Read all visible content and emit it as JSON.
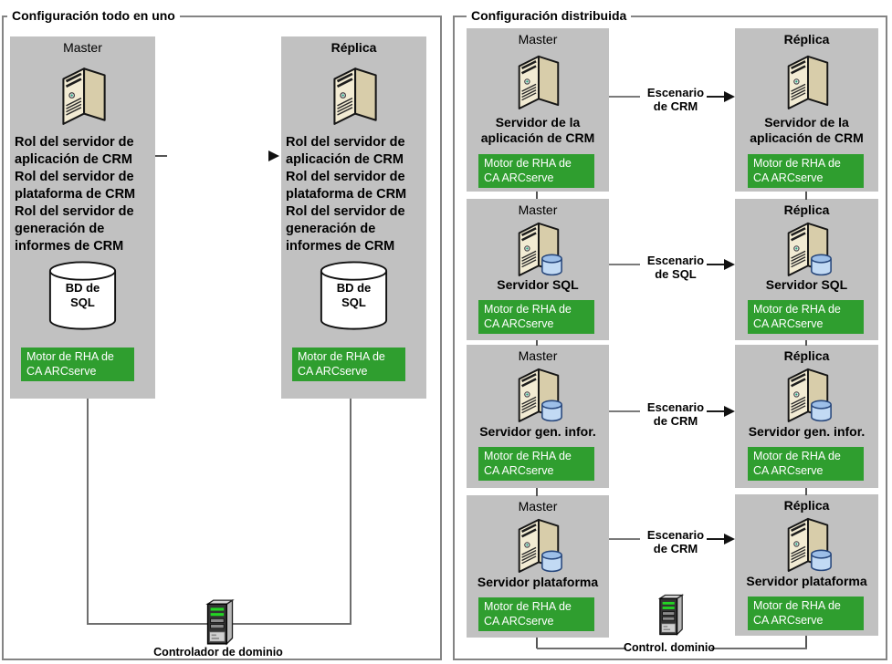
{
  "colors": {
    "panel_gray": "#c1c1c1",
    "engine_green": "#2f9e2f",
    "connector_gray": "#6e6e6e",
    "arrow_black": "#1a1a1a",
    "border_gray": "#848484",
    "server_beige": "#f2ebd3",
    "db_blue": "#c2daf4"
  },
  "engine": {
    "line1": "Motor de RHA de",
    "line2": "CA ARCserve"
  },
  "left_group": {
    "title": "Configuración todo en uno",
    "master_label": "Master",
    "replica_label": "Réplica",
    "role_lines": [
      "Rol del servidor de",
      "aplicación de CRM",
      "Rol del servidor de",
      "plataforma de CRM",
      "Rol del servidor de",
      "generación de",
      "informes de CRM"
    ],
    "db_line1": "BD de",
    "db_line2": "SQL",
    "dc_label": "Controlador de dominio"
  },
  "right_group": {
    "title": "Configuración distribuida",
    "master_label": "Master",
    "replica_label": "Réplica",
    "rows": [
      {
        "name_line1": "Servidor de la",
        "name_line2": "aplicación de CRM",
        "scenario_line1": "Escenario",
        "scenario_line2": "de CRM"
      },
      {
        "name_line1": "Servidor SQL",
        "scenario_line1": "Escenario",
        "scenario_line2": "de SQL"
      },
      {
        "name_line1": "Servidor gen. infor.",
        "scenario_line1": "Escenario",
        "scenario_line2": "de CRM"
      },
      {
        "name_line1": "Servidor plataforma",
        "scenario_line1": "Escenario",
        "scenario_line2": "de CRM"
      }
    ],
    "dc_label": "Control. dominio"
  }
}
